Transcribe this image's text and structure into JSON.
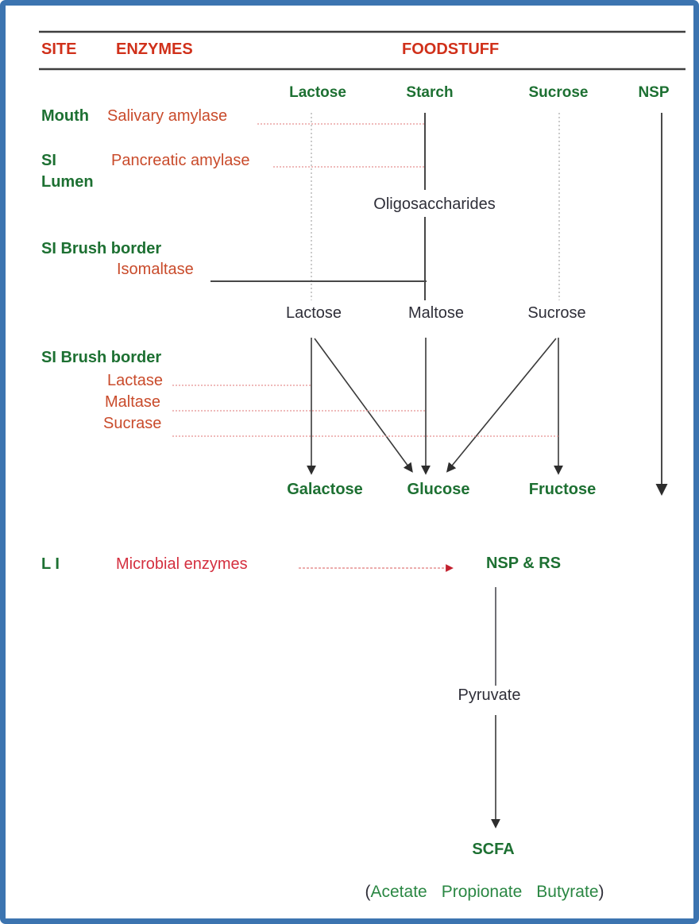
{
  "frame": {
    "border_color": "#3c74b0",
    "background": "#ffffff"
  },
  "colors": {
    "frame_blue": "#3c74b0",
    "site_header_red": "#d0301a",
    "enzyme_orange_red": "#c94b2b",
    "microbial_red": "#d42f3f",
    "site_green": "#1d7032",
    "bottom_green": "#2a8743",
    "black_text": "#2e2e38",
    "line_dark": "#3f3f3f",
    "guide_dotted_gray": "#a8a8a8",
    "enzyme_dashed_red": "#e59090",
    "red_arrowhead": "#c2202e"
  },
  "header": {
    "site": "SITE",
    "enzymes": "ENZYMES",
    "foodstuff": "FOODSTUFF"
  },
  "foodstuffs": {
    "lactose": "Lactose",
    "starch": "Starch",
    "sucrose": "Sucrose",
    "nsp": "NSP"
  },
  "mouth": {
    "site": "Mouth",
    "enzyme": "Salivary amylase"
  },
  "si_lumen": {
    "site_line1": "SI",
    "site_line2": "Lumen",
    "enzyme": "Pancreatic amylase"
  },
  "oligosaccharides": "Oligosaccharides",
  "brush_border_1": {
    "site": "SI Brush border",
    "enzyme": "Isomaltase"
  },
  "intermediates": {
    "lactose": "Lactose",
    "maltose": "Maltose",
    "sucrose": "Sucrose"
  },
  "brush_border_2": {
    "site": "SI Brush border",
    "lactase": "Lactase",
    "maltase": "Maltase",
    "sucrase": "Sucrase"
  },
  "products": {
    "galactose": "Galactose",
    "glucose": "Glucose",
    "fructose": "Fructose"
  },
  "large_intestine": {
    "site": "L I",
    "enzyme": "Microbial enzymes",
    "substrate": "NSP & RS"
  },
  "pyruvate": "Pyruvate",
  "scfa": "SCFA",
  "scfa_components": {
    "open_paren": "(",
    "acetate": "Acetate",
    "propionate": "Propionate",
    "butyrate": "Butyrate",
    "close_paren": ")"
  }
}
